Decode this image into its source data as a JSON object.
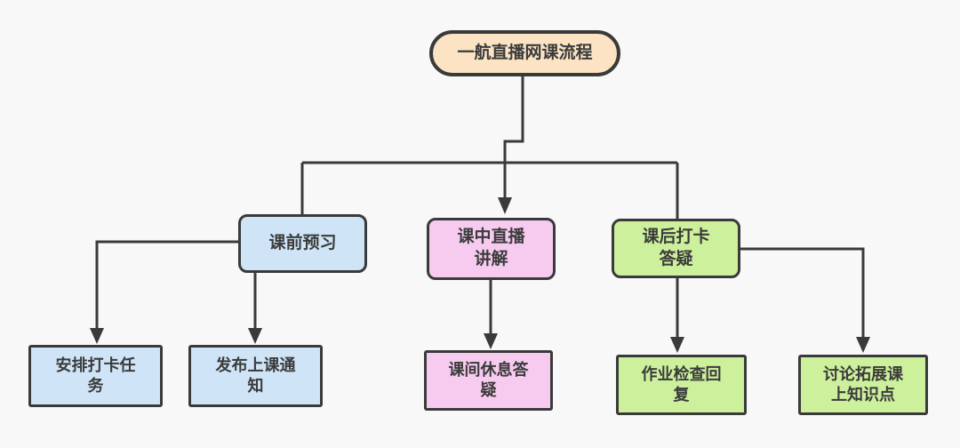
{
  "canvas": {
    "background": "#f8f8f8",
    "line_color": "#3a3a3a",
    "text_color": "#3b3b3b"
  },
  "diagram": {
    "root": {
      "label": "一航直播网课流程",
      "fill": "#fbe3c4"
    },
    "branches": [
      {
        "label": "课前预习",
        "fill": "#cfe5f7"
      },
      {
        "label": "课中直播\n讲解",
        "fill": "#f7cbf0"
      },
      {
        "label": "课后打卡\n答疑",
        "fill": "#cdf09c"
      }
    ],
    "leaves": [
      {
        "label": "安排打卡任\n务",
        "fill": "#cfe5f7"
      },
      {
        "label": "发布上课通\n知",
        "fill": "#cfe5f7"
      },
      {
        "label": "课间休息答\n疑",
        "fill": "#f7cbf0"
      },
      {
        "label": "作业检查回\n复",
        "fill": "#cdf09c"
      },
      {
        "label": "讨论拓展课\n上知识点",
        "fill": "#cdf09c"
      }
    ]
  }
}
